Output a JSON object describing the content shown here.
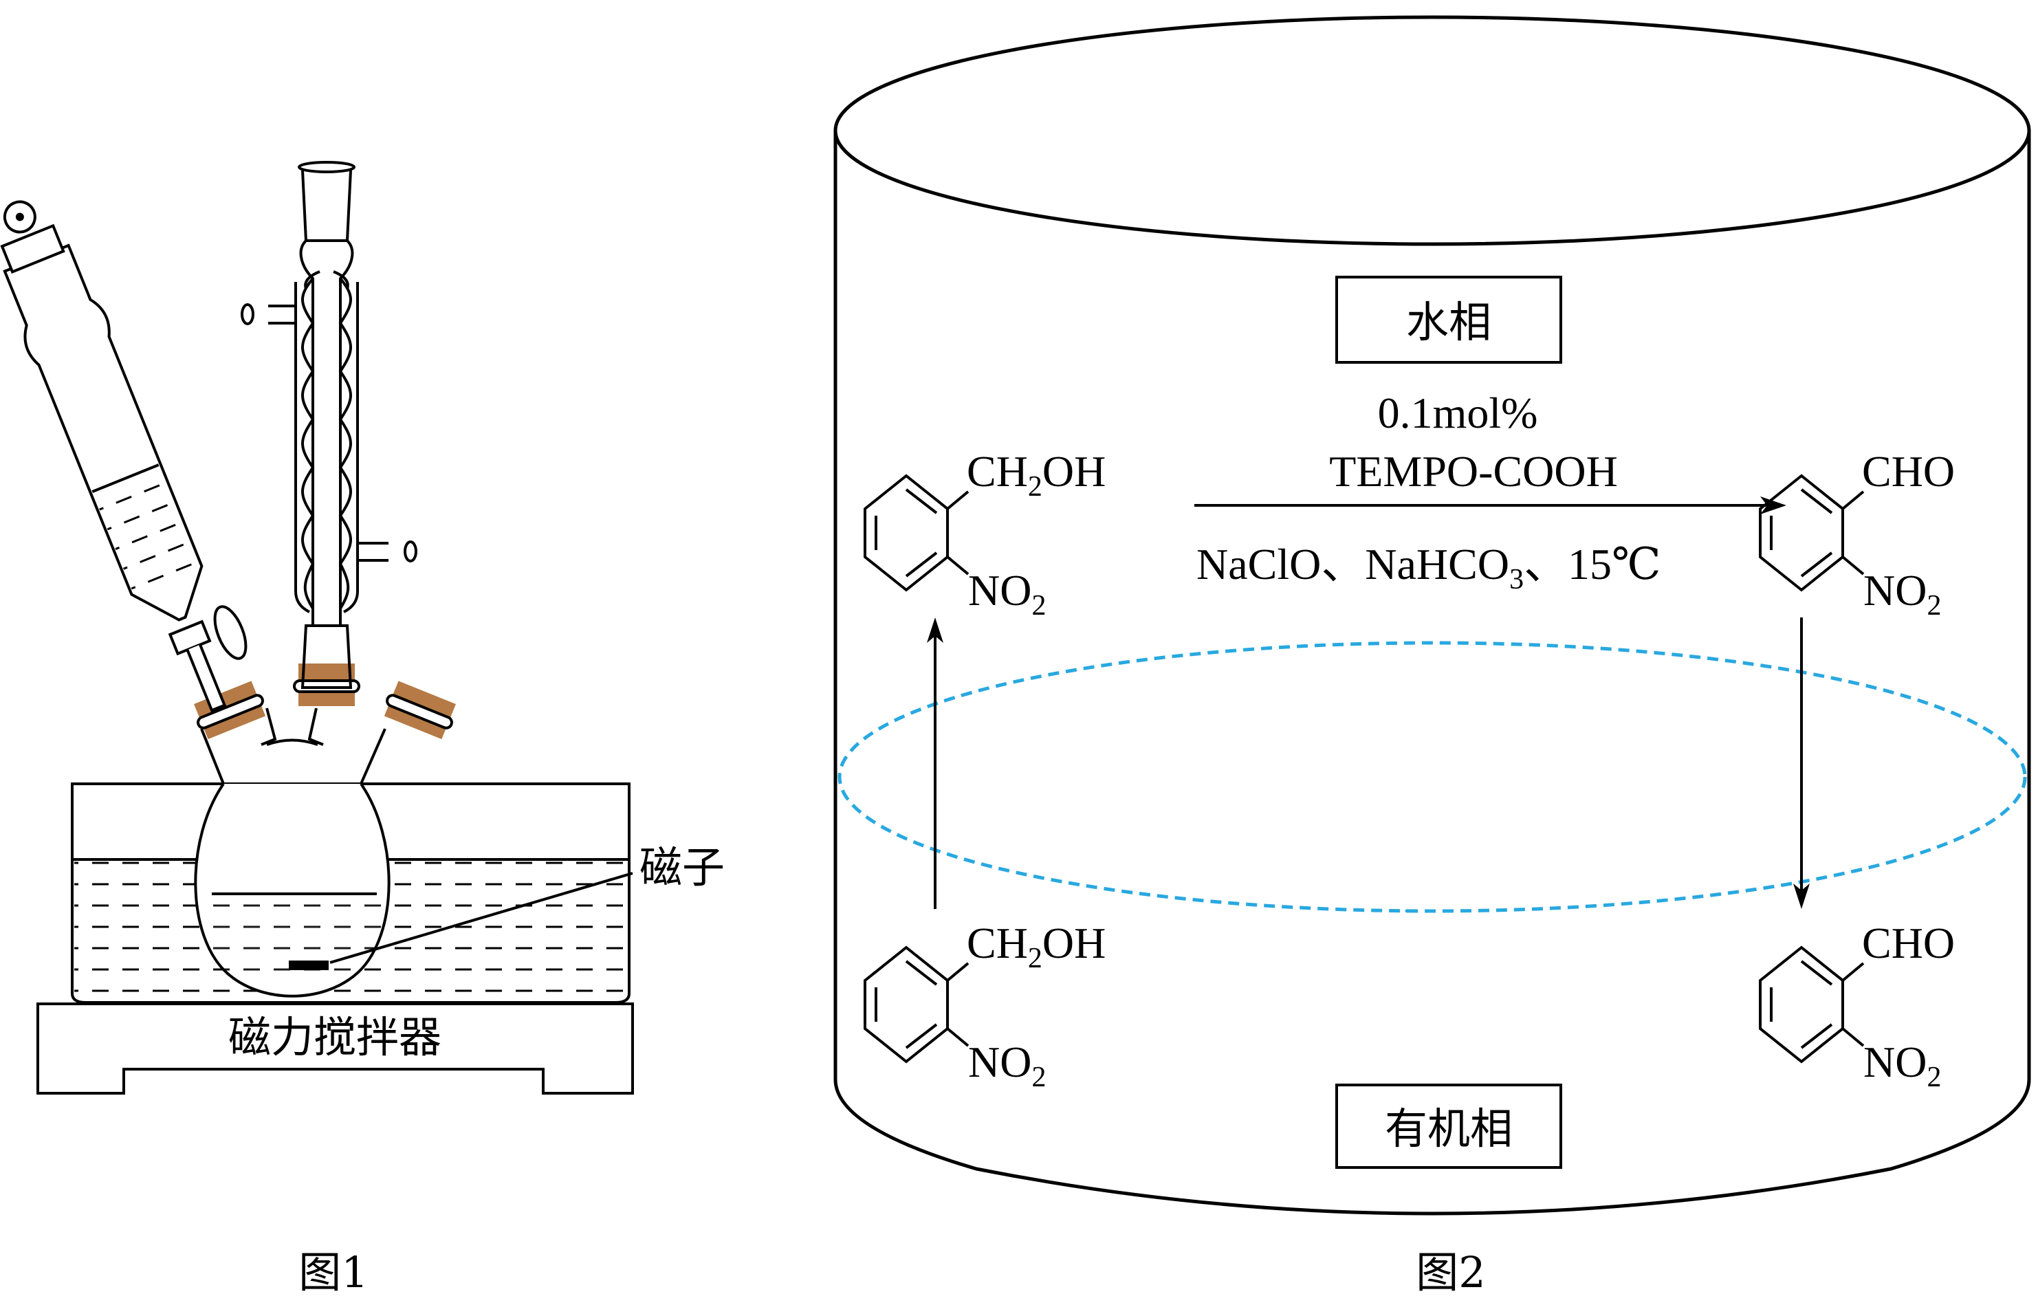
{
  "figure1": {
    "caption": "图1",
    "labels": {
      "stir_bar": "磁子",
      "stirrer": "磁力搅拌器"
    },
    "colors": {
      "joint_clip": "#B57A45",
      "line": "#000000"
    }
  },
  "figure2": {
    "caption": "图2",
    "phases": {
      "aqueous": "水相",
      "organic": "有机相"
    },
    "reaction": {
      "conditions_above_1": "0.1mol%",
      "conditions_above_2": "TEMPO-COOH",
      "conditions_below": {
        "part1": "NaClO、NaHCO",
        "sub": "3",
        "part2": "、15℃"
      }
    },
    "reactant": {
      "top_group": {
        "a": "CH",
        "sub": "2",
        "b": "OH"
      },
      "bottom_group": {
        "a": "NO",
        "sub": "2"
      }
    },
    "product": {
      "top_group": "CHO",
      "bottom_group": {
        "a": "NO",
        "sub": "2"
      }
    },
    "colors": {
      "interface": "#29A8E0",
      "line": "#000000"
    }
  }
}
